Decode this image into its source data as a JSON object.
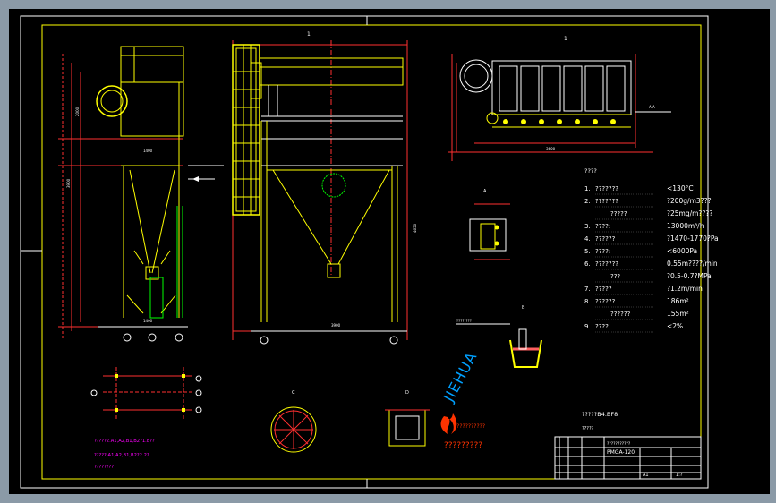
{
  "colors": {
    "viewport_bg": "#8b9aa7",
    "paper": "#000000",
    "frame": "#ffffff",
    "inner_border": "#ffff00",
    "line_yellow": "#ffff00",
    "line_red": "#ff3030",
    "line_green": "#00ff00",
    "line_white": "#ffffff",
    "line_magenta": "#ff00ff",
    "line_cyan": "#40c0ff",
    "watermark": "#00a0ff",
    "brand_orange": "#ff3300"
  },
  "drawing": {
    "view_labels": {
      "top": "1",
      "right_top": "1",
      "right_bottom": "",
      "mid": ""
    },
    "specs_title": "????",
    "specs": [
      {
        "num": "1.",
        "name": "???????",
        "value": "<130°C"
      },
      {
        "num": "2.",
        "name": "???????",
        "value": "?200g/m3???"
      },
      {
        "num": "",
        "name": "?????",
        "value": "?25mg/m????"
      },
      {
        "num": "3.",
        "name": "????:",
        "value": "13000m³/h"
      },
      {
        "num": "4.",
        "name": "??????",
        "value": "?1470-1770?Pa"
      },
      {
        "num": "5.",
        "name": "????:",
        "value": "<6000Pa"
      },
      {
        "num": "6.",
        "name": "???????",
        "value": "0.55m????/min"
      },
      {
        "num": "",
        "name": "???",
        "value": "?0.5-0.7?MPa"
      },
      {
        "num": "7.",
        "name": "?????",
        "value": "?1.2m/min"
      },
      {
        "num": "8.",
        "name": "??????",
        "value": "186m²"
      },
      {
        "num": "",
        "name": "??????",
        "value": "155m²"
      },
      {
        "num": "9.",
        "name": "????",
        "value": "<2%"
      }
    ],
    "reference_label": "?????B4.BF8",
    "reference_sub": "?????",
    "note_line_1": "?????2.A1,A2,B1,B2?1.8??",
    "note_line_2": "?????-A1,A2,B1,B2?2.2?",
    "note_line_3": "????????",
    "detail_text": "????????",
    "watermark_text": "JIEHUA",
    "brand_text": "???????????",
    "brand_sub": "?????????",
    "title_block": {
      "drawing_name": "PMGA-120",
      "company": "???????????",
      "sheet": "A1",
      "scale": "1:?"
    }
  }
}
